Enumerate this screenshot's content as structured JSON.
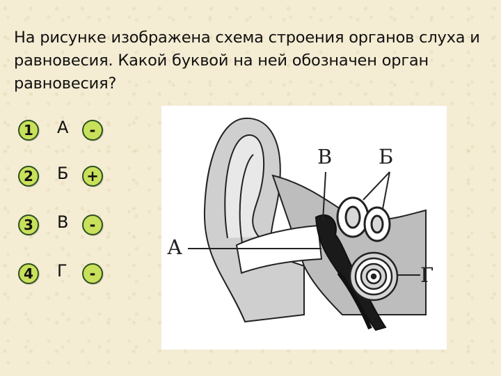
{
  "question": {
    "text": "На рисунке изображена схема строения органов слуха и равновесия. Какой буквой на ней обозначен орган равновесия?"
  },
  "answers": [
    {
      "num": "1",
      "letter": "А",
      "mark": "-"
    },
    {
      "num": "2",
      "letter": "Б",
      "mark": "+"
    },
    {
      "num": "3",
      "letter": "В",
      "mark": "-"
    },
    {
      "num": "4",
      "letter": "Г",
      "mark": "-"
    }
  ],
  "figure": {
    "labels": {
      "a": "А",
      "b": "Б",
      "v": "В",
      "g": "Г"
    }
  }
}
